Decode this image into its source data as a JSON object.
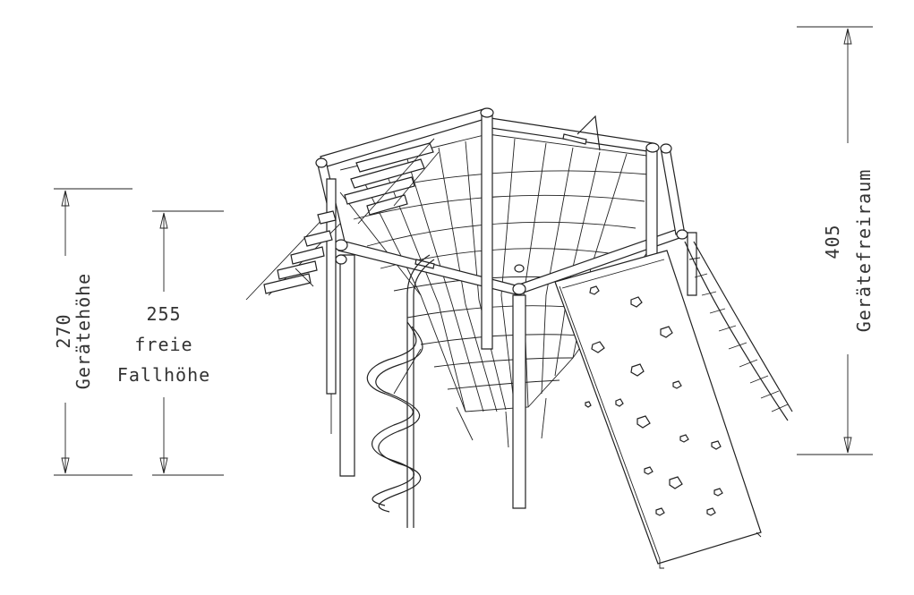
{
  "dimensions": {
    "geraetehoehe": {
      "value": "270",
      "label": "Gerätehöhe"
    },
    "fallhoehe": {
      "value": "255",
      "label_line1": "freie",
      "label_line2": "Fallhöhe"
    },
    "freiraum": {
      "value": "405",
      "label": "Gerätefreiraum"
    }
  },
  "colors": {
    "line": "#222222",
    "background": "#ffffff"
  }
}
